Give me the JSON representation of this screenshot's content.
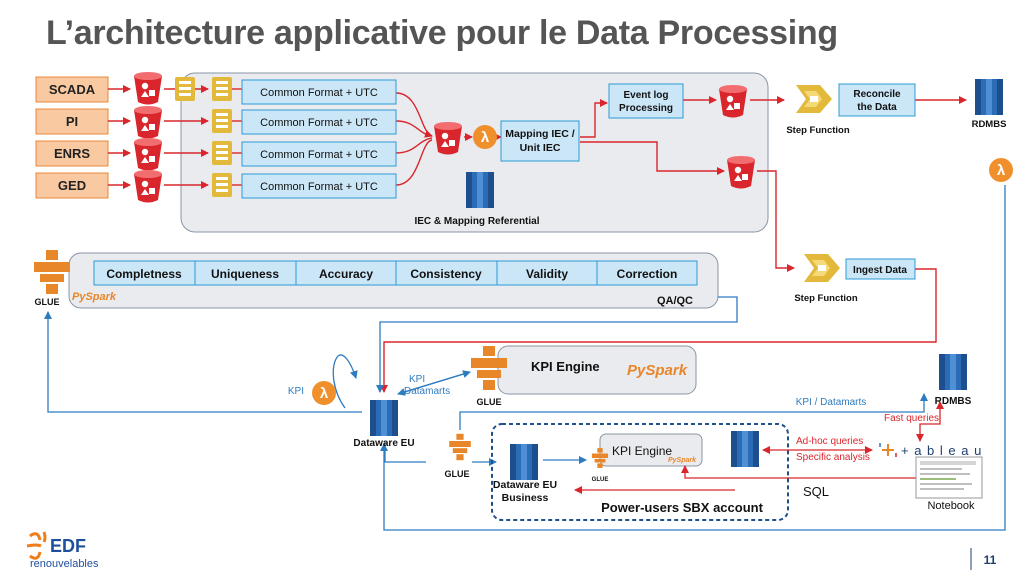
{
  "slide": {
    "title": "L’architecture applicative pour le Data Processing",
    "page_number": "11"
  },
  "sources": [
    "SCADA",
    "PI",
    "ENRS",
    "GED"
  ],
  "common_format_label": "Common Format + UTC",
  "mapping": {
    "label_line1": "Mapping IEC /",
    "label_line2": "Unit IEC"
  },
  "referential_label": "IEC & Mapping Referential",
  "event_log": {
    "line1": "Event log",
    "line2": "Processing"
  },
  "reconcile": {
    "line1": "Reconcile",
    "line2": "the Data"
  },
  "ingest_label": "Ingest Data",
  "step_function_label": "Step Function",
  "rdmbs_label": "RDMBS",
  "qa_checks": [
    "Completness",
    "Uniqueness",
    "Accuracy",
    "Consistency",
    "Validity",
    "Correction"
  ],
  "qa_label": "QA/QC",
  "glue_label": "GLUE",
  "pyspark_label": "PySpark",
  "kpi_engine_label": "KPI Engine",
  "kpi_label": "KPI",
  "kpi_datamarts_line1": "KPI",
  "kpi_datamarts_line2": "Datamarts",
  "kpi_datamarts_label": "KPI / Datamarts",
  "dataware_eu_label": "Dataware EU",
  "dataware_business": {
    "line1": "Dataware EU",
    "line2": "Business"
  },
  "power_users_label": "Power-users SBX account",
  "fast_queries_label": "Fast queries",
  "adhoc_queries_label": "Ad-hoc queries",
  "specific_analysis_label": "Specific analysis",
  "sql_label": "SQL",
  "tableau_label": "+ a b l e a u",
  "notebook_label": "Notebook",
  "logo": {
    "brand": "EDF",
    "sub": "renouvelables"
  },
  "colors": {
    "orange_box": "#f9c9a1",
    "orange_border": "#e8883a",
    "blue_box": "#cbe6f7",
    "blue_border": "#2b9bd6",
    "flow_red": "#d9262c",
    "flow_blue": "#2e7cc0",
    "panel_gray": "#e9ebef",
    "rds_blue": "#2b6cb6",
    "s3_red": "#d9262c",
    "glue_orange": "#e8862a",
    "lambda_orange": "#f0902d",
    "step_gold": "#e2b93b"
  }
}
